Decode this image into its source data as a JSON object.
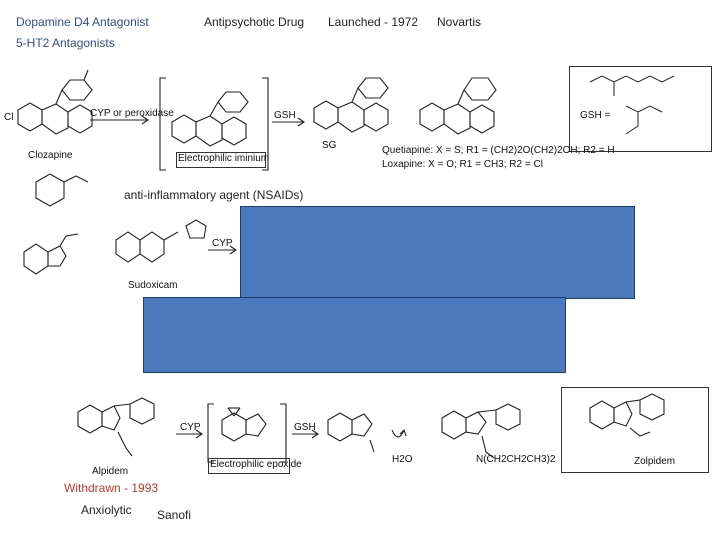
{
  "header": {
    "line1": "Dopamine D4 Antagonist",
    "line2": "5-HT2 Antagonists",
    "drug_type": "Antipsychotic Drug",
    "launched": "Launched - 1972",
    "company": "Novartis"
  },
  "row1": {
    "clozapine": "Clozapine",
    "cyp_arrow": "CYP or peroxidase",
    "iminium": "Electrophilic iminium",
    "gsh": "GSH",
    "sg": "SG",
    "cl": "Cl",
    "quetiapine": "Quetiapine: X = S; R1 = (CH2)2O(CH2)2OH; R2 = H",
    "loxapine": "Loxapine:  X = O; R1 = CH3; R2 = Cl",
    "gsh_eq": "GSH ="
  },
  "row2": {
    "nsaid": "anti-inflammatory agent (NSAIDs)",
    "sudoxicam": "Sudoxicam",
    "cyp": "CYP"
  },
  "row3": {
    "alpidem": "Alpidem",
    "cyp": "CYP",
    "epoxide": "Electrophilic epoxide",
    "gsh": "GSH",
    "water": "H2O",
    "zolpidem": "Zolpidem",
    "chain": "N(CH2CH2CH3)2"
  },
  "footer": {
    "withdrawn": "Withdrawn - 1993",
    "class": "Anxiolytic",
    "company": "Sanofi"
  }
}
